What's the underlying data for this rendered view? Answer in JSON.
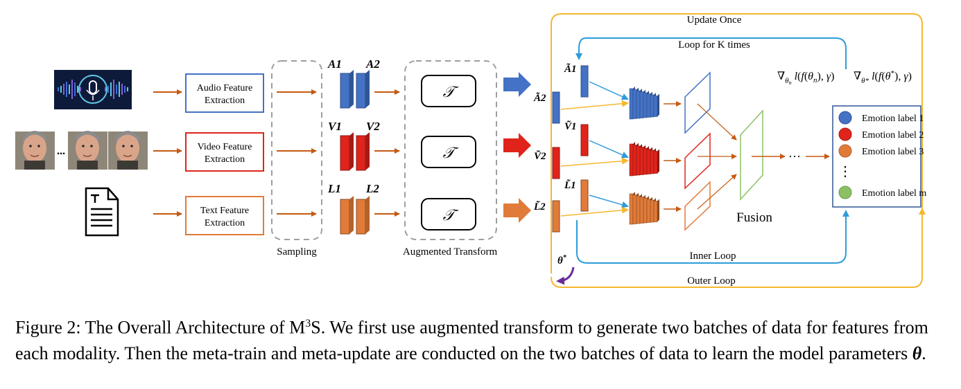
{
  "loops": {
    "update_once": "Update Once",
    "loop_k": "Loop for K times",
    "inner_loop": "Inner Loop",
    "outer_loop": "Outer Loop"
  },
  "modules": {
    "audio": "Audio Feature Extraction",
    "video": "Video Feature Extraction",
    "text": "Text Feature Extraction"
  },
  "stages": {
    "sampling": "Sampling",
    "augmented_transform": "Augmented Transform",
    "fusion": "Fusion"
  },
  "transform_symbol": "𝒯",
  "gradients": {
    "inner": "∇θₙ l(f(θₙ), γ)",
    "outer": "∇θ* l(f(θ*), γ)"
  },
  "theta_star": "θ*",
  "batches": {
    "audio": [
      "A1",
      "A2"
    ],
    "video": [
      "V1",
      "V2"
    ],
    "text": [
      "L1",
      "L2"
    ]
  },
  "aug_batches": {
    "audio": [
      "Ã1",
      "Ã2"
    ],
    "video": [
      "Ṽ1",
      "Ṽ2"
    ],
    "text": [
      "L̃1",
      "L̃2"
    ]
  },
  "emotion_labels": [
    "Emotion label 1",
    "Emotion label 2",
    "Emotion label 3",
    "Emotion label m"
  ],
  "dots": "···",
  "vdots": "⋮",
  "caption": {
    "prefix": "Figure 2:  The Overall Architecture of M",
    "sup": "3",
    "rest": "S. We first use augmented transform to generate two batches of data for features from each modality. Then the meta-train and meta-update are conducted on the two batches of data to learn the model parameters ",
    "theta": "θ",
    "end": "."
  },
  "colors": {
    "audio": "#4472C4",
    "video": "#E0241B",
    "text": "#E07B39",
    "arrow": "#C55A11",
    "inner_loop": "#2E9BDA",
    "outer_loop": "#F5B72E",
    "fusion": "#8CC063",
    "purple": "#6A2C9A",
    "emotion_m": "#8CC063"
  }
}
